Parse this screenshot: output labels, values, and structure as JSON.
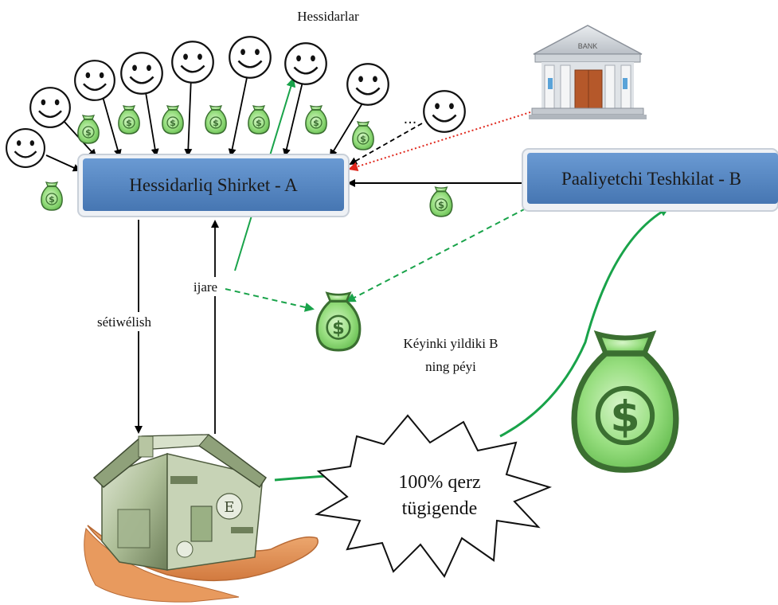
{
  "shareholders_label": "Hessidarlar",
  "company_a": "Hessidarliq Shirket - A",
  "company_b": "Paaliyetchi Teshkilat - B",
  "bank_sign": "BANK",
  "ellipsis": "...",
  "purchase_label": "sétiwélish",
  "rent_label": "ijare",
  "next_year_line1": "Kéyinki yildiki B",
  "next_year_line2": "ning péyi",
  "burst_line1": "100% qerz",
  "burst_line2": "tügigende",
  "colors": {
    "box_fill": "#4f81bd",
    "box_fill_light": "#6a9ad3",
    "green_arrow": "#19a34a",
    "red_arrow": "#e0261b",
    "money_bag": "#8ed67a",
    "money_bag_dark": "#2f6b2a"
  }
}
